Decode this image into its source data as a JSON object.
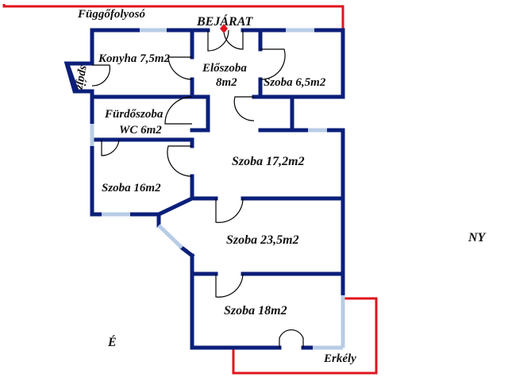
{
  "labels": {
    "corridor": "Függőfolyosó",
    "entrance": "BEJÁRAT",
    "kitchen": "Konyha 7,5m2",
    "pantry": "spájz",
    "hall_name": "Előszoba",
    "hall_area": "8m2",
    "room_small": "Szoba 6,5m2",
    "bath_name": "Fürdőszoba",
    "bath_area": "WC 6m2",
    "room_17": "Szoba 17,2m2",
    "room_16": "Szoba 16m2",
    "room_23": "Szoba 23,5m2",
    "room_18": "Szoba 18m2",
    "balcony": "Erkély",
    "west": "É",
    "east": "NY"
  },
  "colors": {
    "wall": "#0b1f7a",
    "window": "#b8cce6",
    "outline": "#e0141e",
    "door": "#000000"
  }
}
